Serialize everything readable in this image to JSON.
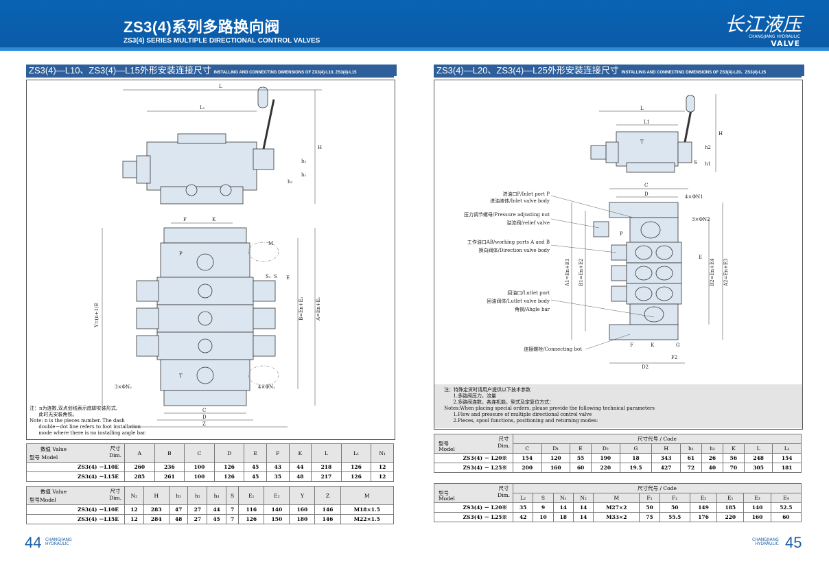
{
  "header": {
    "title": "ZS3(4)系列多路换向阀",
    "subtitle": "ZS3(4) SERIES MULTIPLE DIRECTIONAL CONTROL VALVES",
    "logo_text": "长江液压",
    "logo_sub": "CHANGJIANG HYDRAULIC",
    "logo_valve": "VALVE"
  },
  "left": {
    "section_title": "ZS3(4)—L10、ZS3(4)—L15外形安装连接尺寸",
    "section_title_en": "INSTALLING AND CONNECTING DIMENSIONS OF ZX3(4)-L10, ZS3(4)-L15",
    "note": "注：n为连数,双点划线表示底脚安装形式,\n      此时无安装角铁。\nNote: n is the pieces number. The dash\n      double－dot line refers to foot installation\n      mode where there is no installing angle bar.",
    "diagram_labels": {
      "L": "L",
      "L1": "L₁",
      "H": "H",
      "h2": "h₂",
      "h1": "h₁",
      "h3": "h₃",
      "F": "F",
      "K": "K",
      "M": "M",
      "P": "P",
      "T": "T",
      "S1": "S₁",
      "S": "S",
      "E": "E",
      "N2": "3×ΦN₂",
      "N1": "4×ΦN₁",
      "C": "C",
      "D": "D",
      "Z": "Z",
      "Y": "Y=(n+1)E",
      "B": "B=En+E₂",
      "A": "A=En+E₁"
    },
    "table1": {
      "corner_top": "尺寸\nDim.",
      "corner_left1": "数值 Value",
      "corner_left2": "型号 Model",
      "headers": [
        "A",
        "B",
        "C",
        "D",
        "E",
        "F",
        "K",
        "L",
        "L₁",
        "N₁"
      ],
      "rows": [
        {
          "model": "ZS3(4) －L10E",
          "values": [
            "260",
            "236",
            "100",
            "126",
            "45",
            "43",
            "44",
            "218",
            "126",
            "12"
          ]
        },
        {
          "model": "ZS3(4) －L15E",
          "values": [
            "285",
            "261",
            "100",
            "126",
            "45",
            "35",
            "48",
            "217",
            "126",
            "12"
          ]
        }
      ]
    },
    "table2": {
      "corner_top": "尺寸\nDim.",
      "corner_left1": "数值 Value",
      "corner_left2": "型号Model",
      "headers": [
        "N₂",
        "H",
        "h₁",
        "h₂",
        "h₃",
        "S",
        "E₁",
        "E₂",
        "Y",
        "Z",
        "M"
      ],
      "rows": [
        {
          "model": "ZS3(4) －L10E",
          "values": [
            "12",
            "283",
            "47",
            "27",
            "44",
            "7",
            "116",
            "140",
            "160",
            "146",
            "M18×1.5"
          ]
        },
        {
          "model": "ZS3(4) －L15E",
          "values": [
            "12",
            "284",
            "48",
            "27",
            "45",
            "7",
            "126",
            "150",
            "180",
            "146",
            "M22×1.5"
          ]
        }
      ]
    },
    "page_number": "44",
    "page_brand": "CHANGJIANG\nHYDRAULIC"
  },
  "right": {
    "section_title": "ZS3(4)—L20、ZS3(4)—L25外形安装连接尺寸",
    "section_title_en": "INSTALLING AND CONNECTING DIMENSIONS OF ZS3(4)-L20、ZS3(4)-L25",
    "callouts": [
      "进油口P/Inlet  port  P",
      "进油液体/Inlet  valve  body",
      "压力调节螺母/Pressure  adjusting  nut",
      "溢流阀/relief  valve",
      "工作油口AB/working  ports A  and  B",
      "换向阀体/Direction  valve  body",
      "回油口/Lutlet  port",
      "回油阀体/Lutlet  valve  body",
      "角钢/Ahgle  bar",
      "连接螺栓/Connecting  bot"
    ],
    "diagram_labels": {
      "L": "L",
      "L1": "L1",
      "H": "H",
      "h2": "h2",
      "h1": "h1",
      "S": "S",
      "T": "T",
      "P": "P",
      "C": "C",
      "D": "D",
      "N1": "4×ΦN1",
      "N2": "3×ΦN2",
      "E": "E",
      "A1": "A1=En+E1",
      "B1": "B1=En+E2",
      "B2": "B2=En+E4",
      "A2": "A2=En+E3",
      "F": "F",
      "K": "K",
      "G": "G",
      "F2": "F2",
      "D2": "D2"
    },
    "note": "注：特殊定货时请用户提供以下技术参数\n      1.多路阀压力，流量\n      2.多路阀连数，各连机能，型式及定复位方式：\nNotes:When placing special orders, please provide the following technical parameters\n      1.Flow and pressure of multiple directional control valve\n      2.Pieces, spool functions, positioning and returning modes:",
    "table1": {
      "corner_top": "尺寸\nDim.",
      "corner_left1": "型号",
      "corner_left2": "Model",
      "code_title": "尺寸代号 / Code",
      "headers": [
        "C",
        "D₁",
        "E",
        "D₂",
        "G",
        "H",
        "h₁",
        "h₂",
        "K",
        "L",
        "L₁"
      ],
      "rows": [
        {
          "model": "ZS3(4) － L20※",
          "values": [
            "154",
            "120",
            "55",
            "190",
            "18",
            "343",
            "61",
            "26",
            "56",
            "248",
            "154"
          ]
        },
        {
          "model": "ZS3(4) － L25※",
          "values": [
            "200",
            "160",
            "60",
            "220",
            "19.5",
            "427",
            "72",
            "40",
            "70",
            "305",
            "181"
          ]
        }
      ]
    },
    "table2": {
      "corner_top": "尺寸\nDim.",
      "corner_left1": "型号",
      "corner_left2": "Model",
      "code_title": "尺寸代号 / Code",
      "headers": [
        "L₂",
        "S",
        "N₁",
        "N₂",
        "M",
        "F₁",
        "F₂",
        "E₂",
        "E₁",
        "E₃",
        "E₄"
      ],
      "rows": [
        {
          "model": "ZS3(4) － L20※",
          "values": [
            "35",
            "9",
            "14",
            "14",
            "M27×2",
            "50",
            "50",
            "149",
            "185",
            "140",
            "52.5"
          ]
        },
        {
          "model": "ZS3(4) － L25※",
          "values": [
            "42",
            "10",
            "18",
            "14",
            "M33×2",
            "75",
            "55.5",
            "176",
            "220",
            "160",
            "60"
          ]
        }
      ]
    },
    "page_number": "45",
    "page_brand": "CHANGJIANG\nHYDRAULIC"
  }
}
